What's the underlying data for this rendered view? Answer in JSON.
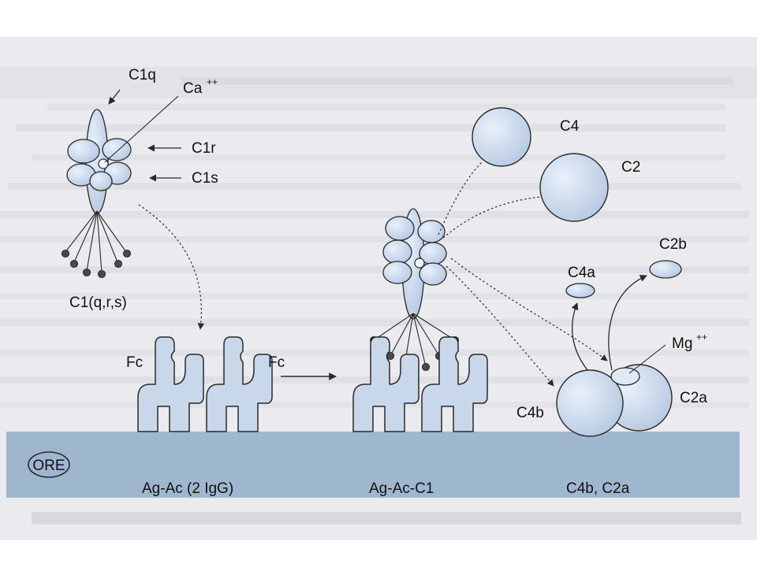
{
  "labels": {
    "c1q": "C1q",
    "ca": "Ca",
    "ca_sup": "++",
    "c1r": "C1r",
    "c1s": "C1s",
    "c1qrs": "C1(q,r,s)",
    "fc_left": "Fc",
    "fc_right": "Fc",
    "c4": "C4",
    "c2": "C2",
    "c2b": "C2b",
    "c4a": "C4a",
    "mg": "Mg",
    "mg_sup": "++",
    "c4b": "C4b",
    "c2a": "C2a"
  },
  "captions": {
    "ag_ac": "Ag-Ac (2 IgG)",
    "ag_ac_c1": "Ag-Ac-C1",
    "c4b_c2a": "C4b, C2a"
  },
  "membrane_label": "ORE",
  "colors": {
    "page_bg": "#ebebef",
    "membrane": "#9fb6cf",
    "shape_fill": "#c9d7ea",
    "outline": "#2a2a2a"
  }
}
